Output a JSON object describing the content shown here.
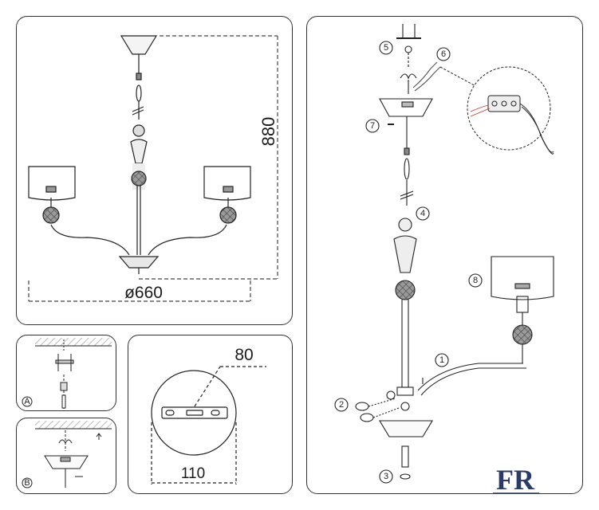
{
  "dimensions": {
    "height": "880",
    "diameter": "ø660",
    "mount_width": "80",
    "mount_diameter": "110"
  },
  "steps": [
    "1",
    "2",
    "3",
    "4",
    "5",
    "6",
    "7",
    "8"
  ],
  "details": {
    "a": "A",
    "b": "B"
  },
  "logo": {
    "text": "FR",
    "color": "#2b3a67"
  }
}
